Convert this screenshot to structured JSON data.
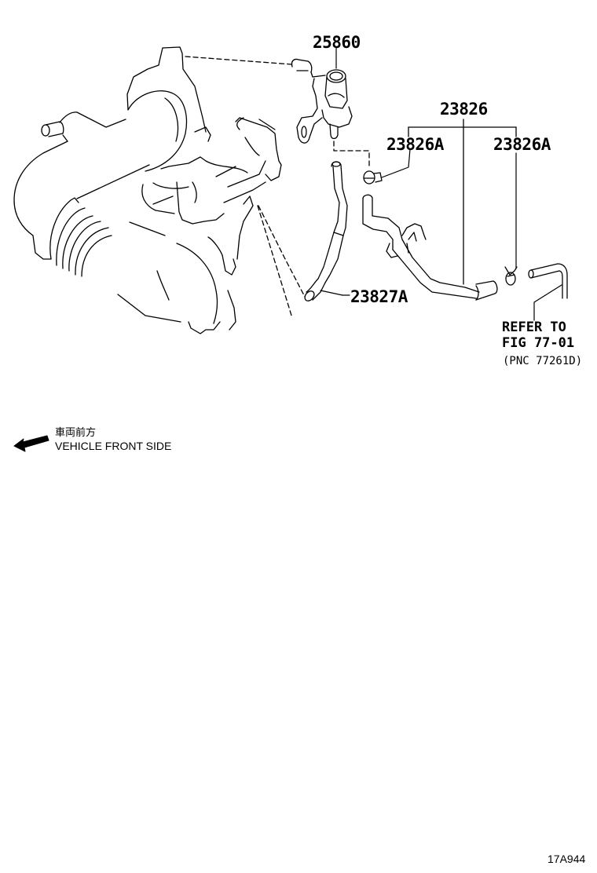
{
  "diagram": {
    "type": "parts-illustration",
    "figure_id": "17A944",
    "parts": [
      {
        "id": "part_25860",
        "number": "25860",
        "description_visible": ""
      },
      {
        "id": "part_23826",
        "number": "23826"
      },
      {
        "id": "part_23826A_left",
        "number": "23826A"
      },
      {
        "id": "part_23826A_right",
        "number": "23826A"
      },
      {
        "id": "part_23827A",
        "number": "23827A"
      }
    ],
    "reference_note": {
      "line1": "REFER TO",
      "line2": "FIG 77-01",
      "line3": "(PNC 77261D)"
    },
    "orientation": {
      "label_jp": "車両前方",
      "label_en": "VEHICLE FRONT SIDE",
      "icon": "arrow-left-icon"
    },
    "colors": {
      "ink": "#000000",
      "background": "#ffffff"
    }
  }
}
